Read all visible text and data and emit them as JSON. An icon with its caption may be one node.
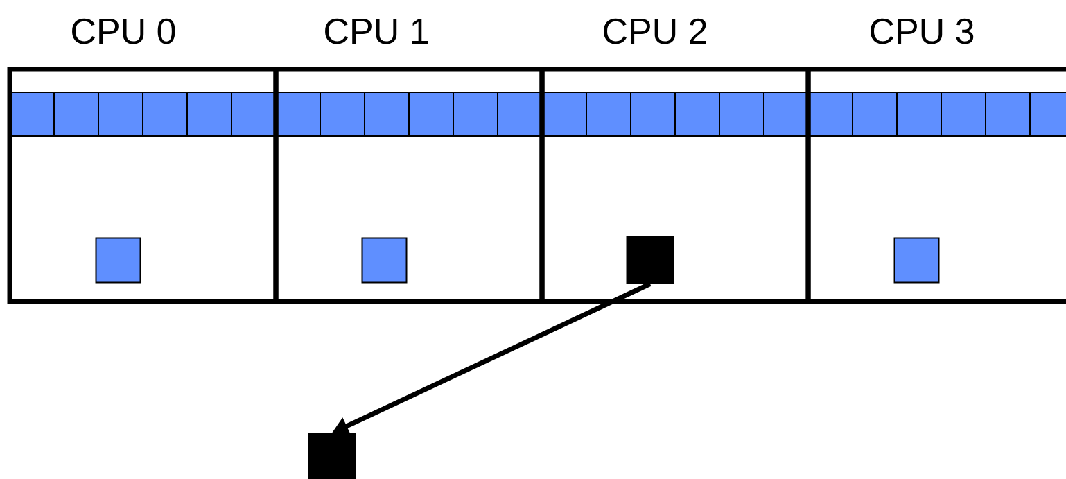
{
  "diagram": {
    "nodes": [
      {
        "text": [
          "CPU 0"
        ]
      },
      {
        "text": [
          "CPU 1"
        ]
      },
      {
        "text": [
          "CPU 2"
        ]
      },
      {
        "text": [
          "CPU 3"
        ]
      },
      {
        "text": [],
        "shape": "box",
        "in": 0
      },
      {
        "text": [],
        "shape": "box",
        "in": 1
      },
      {
        "text": [],
        "shape": "box",
        "in": 2
      },
      {
        "text": [],
        "shape": "box",
        "in": 3
      },
      {
        "text": [],
        "shape": "box"
      }
    ],
    "edges": [
      {
        "from": 6,
        "to": 8,
        "arrow": "to"
      }
    ]
  }
}
